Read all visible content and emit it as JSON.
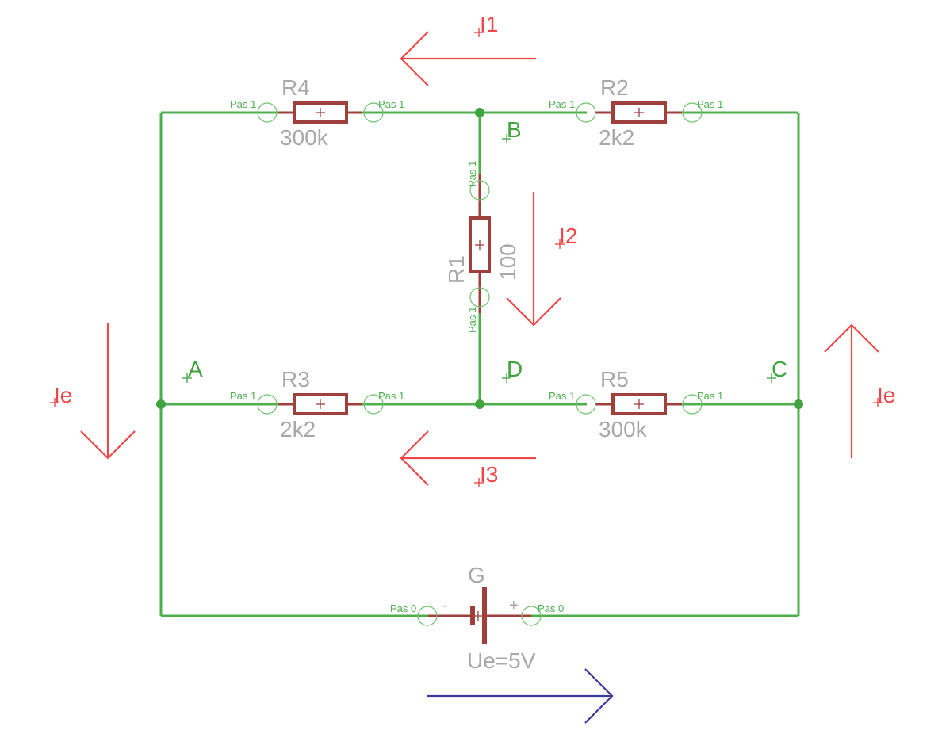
{
  "resistors": [
    {
      "id": "R4",
      "name": "R4",
      "value": "300k",
      "pin_left": "Pas 1",
      "pin_right": "Pas 1"
    },
    {
      "id": "R2",
      "name": "R2",
      "value": "2k2",
      "pin_left": "Pas 1",
      "pin_right": "Pas 1"
    },
    {
      "id": "R3",
      "name": "R3",
      "value": "2k2",
      "pin_left": "Pas 1",
      "pin_right": "Pas 1"
    },
    {
      "id": "R5",
      "name": "R5",
      "value": "300k",
      "pin_left": "Pas 1",
      "pin_right": "Pas 1"
    },
    {
      "id": "R1",
      "name": "R1",
      "value": "100",
      "pin_top": "Pas 1",
      "pin_bottom": "Pas 1"
    }
  ],
  "source": {
    "name": "G",
    "value": "Ue=5V",
    "pin_left": "Pas 0",
    "pin_right": "Pas 0",
    "minus": "-",
    "plus": "+"
  },
  "nodes": {
    "A": "A",
    "B": "B",
    "C": "C",
    "D": "D"
  },
  "currents": {
    "I1": "I1",
    "I2": "I2",
    "I3": "I3",
    "Ie_left": "Ie",
    "Ie_right": "Ie"
  },
  "colors": {
    "wire": "#4caf4c",
    "component": "#a0403c",
    "current_arrow": "#f04848",
    "voltage_arrow": "#3a3a9a"
  }
}
